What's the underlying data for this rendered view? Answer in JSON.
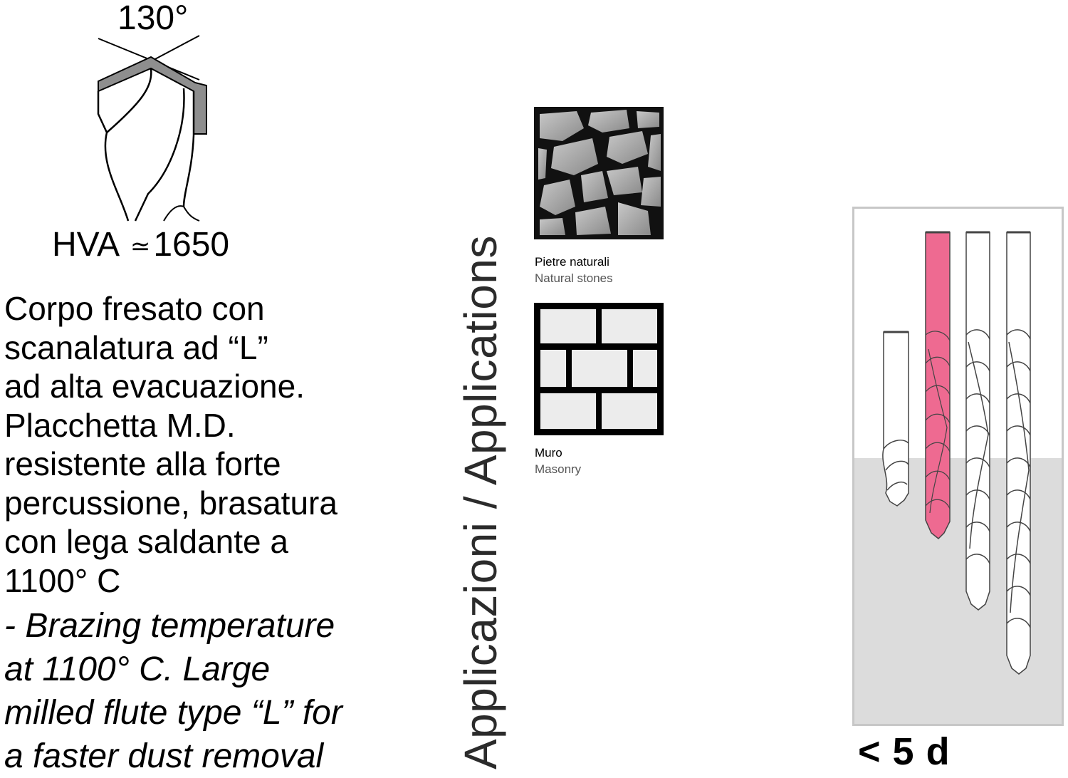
{
  "drill_tip": {
    "angle_label": "130°",
    "hardness_prefix": "HVA",
    "hardness_symbol": "≃",
    "hardness_value": "1650"
  },
  "description_it": [
    "Corpo fresato con",
    "scanalatura ad “L”",
    "ad alta evacuazione.",
    "Placchetta M.D.",
    "resistente alla forte",
    "percussione, brasatura",
    "con lega saldante a",
    "1100° C"
  ],
  "description_en": [
    "-  Brazing temperature",
    "at 1100° C. Large",
    "milled flute type “L”  for",
    "a faster dust removal"
  ],
  "applications": {
    "title": "Applicazioni / Applications",
    "items": [
      {
        "icon": "natural-stones-icon",
        "label_it": "Pietre naturali",
        "label_en": "Natural stones"
      },
      {
        "icon": "masonry-icon",
        "label_it": "Muro",
        "label_en": "Masonry"
      }
    ]
  },
  "depth_diagram": {
    "label": "< 5 d",
    "highlight_color": "#ee6a91",
    "surface_color": "#dcdcdc"
  }
}
